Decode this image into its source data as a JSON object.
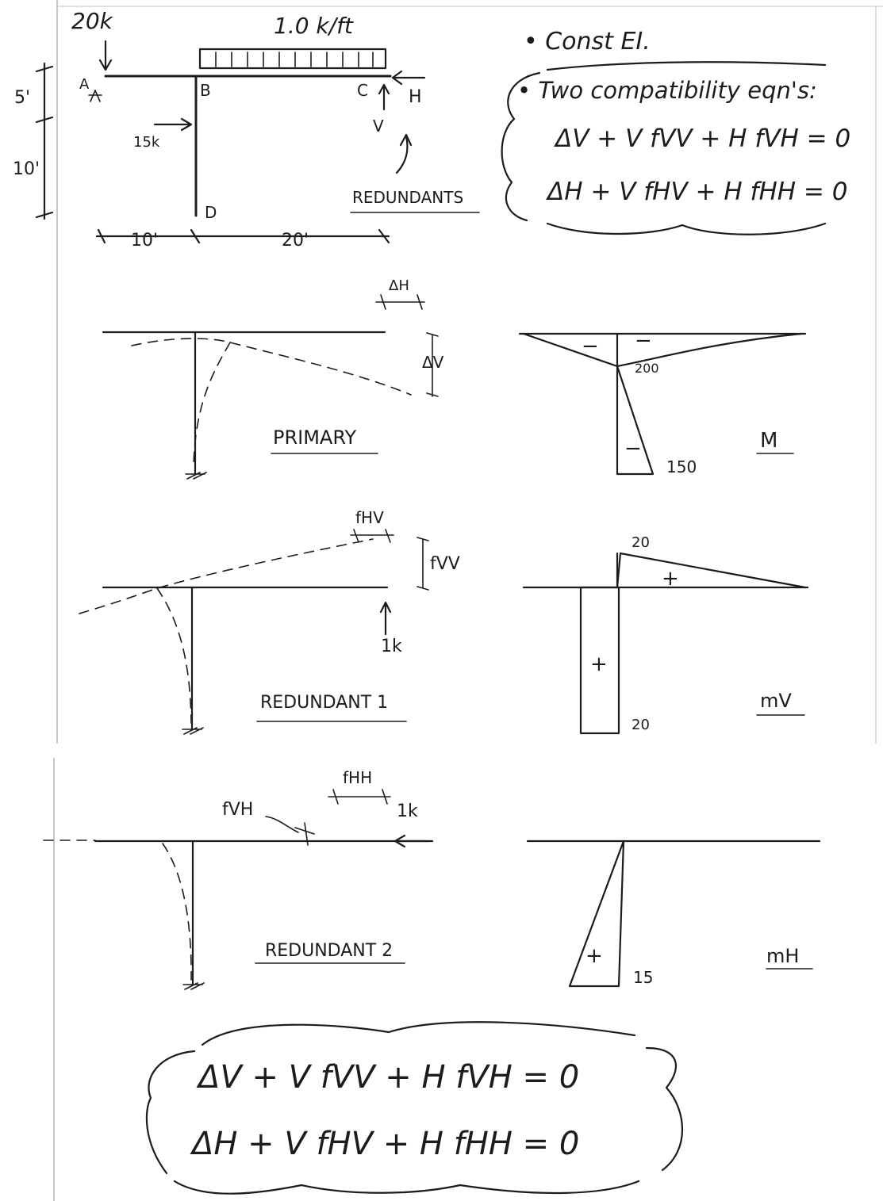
{
  "structure": {
    "load_point": "20k",
    "load_distributed": "1.0 k/ft",
    "node_a": "A",
    "node_b": "B",
    "node_c": "C",
    "node_d": "D",
    "load_lateral": "15k",
    "redundant_h": "H",
    "redundant_v": "V",
    "redundants_label": "REDUNDANTS",
    "dim_5": "5'",
    "dim_10_vertical": "10'",
    "dim_10_horizontal": "10'",
    "dim_20": "20'"
  },
  "notes": {
    "const_ei": "• Const EI.",
    "two_compat": "• Two compatibility eqn's:",
    "eq1": "ΔV + V fVV + H fVH = 0",
    "eq2": "ΔH + V fHV + H fHH = 0"
  },
  "primary": {
    "title": "PRIMARY",
    "delta_h": "ΔH",
    "delta_v": "ΔV",
    "m_label": "M",
    "val_200": "200",
    "val_150": "150",
    "sign_minus": "−"
  },
  "redundant1": {
    "title": "REDUNDANT 1",
    "f_hv": "fHV",
    "f_vv": "fVV",
    "unit_load": "1k",
    "m_label": "mV",
    "val_20_top": "20",
    "val_20_bottom": "20",
    "sign_plus": "+"
  },
  "redundant2": {
    "title": "REDUNDANT 2",
    "f_hh": "fHH",
    "f_vh": "fVH",
    "unit_load": "1k",
    "m_label": "mH",
    "val_15": "15",
    "sign_plus": "+"
  },
  "final": {
    "eq1": "ΔV + V fVV + H fVH = 0",
    "eq2": "ΔH + V fHV + H fHH = 0"
  }
}
